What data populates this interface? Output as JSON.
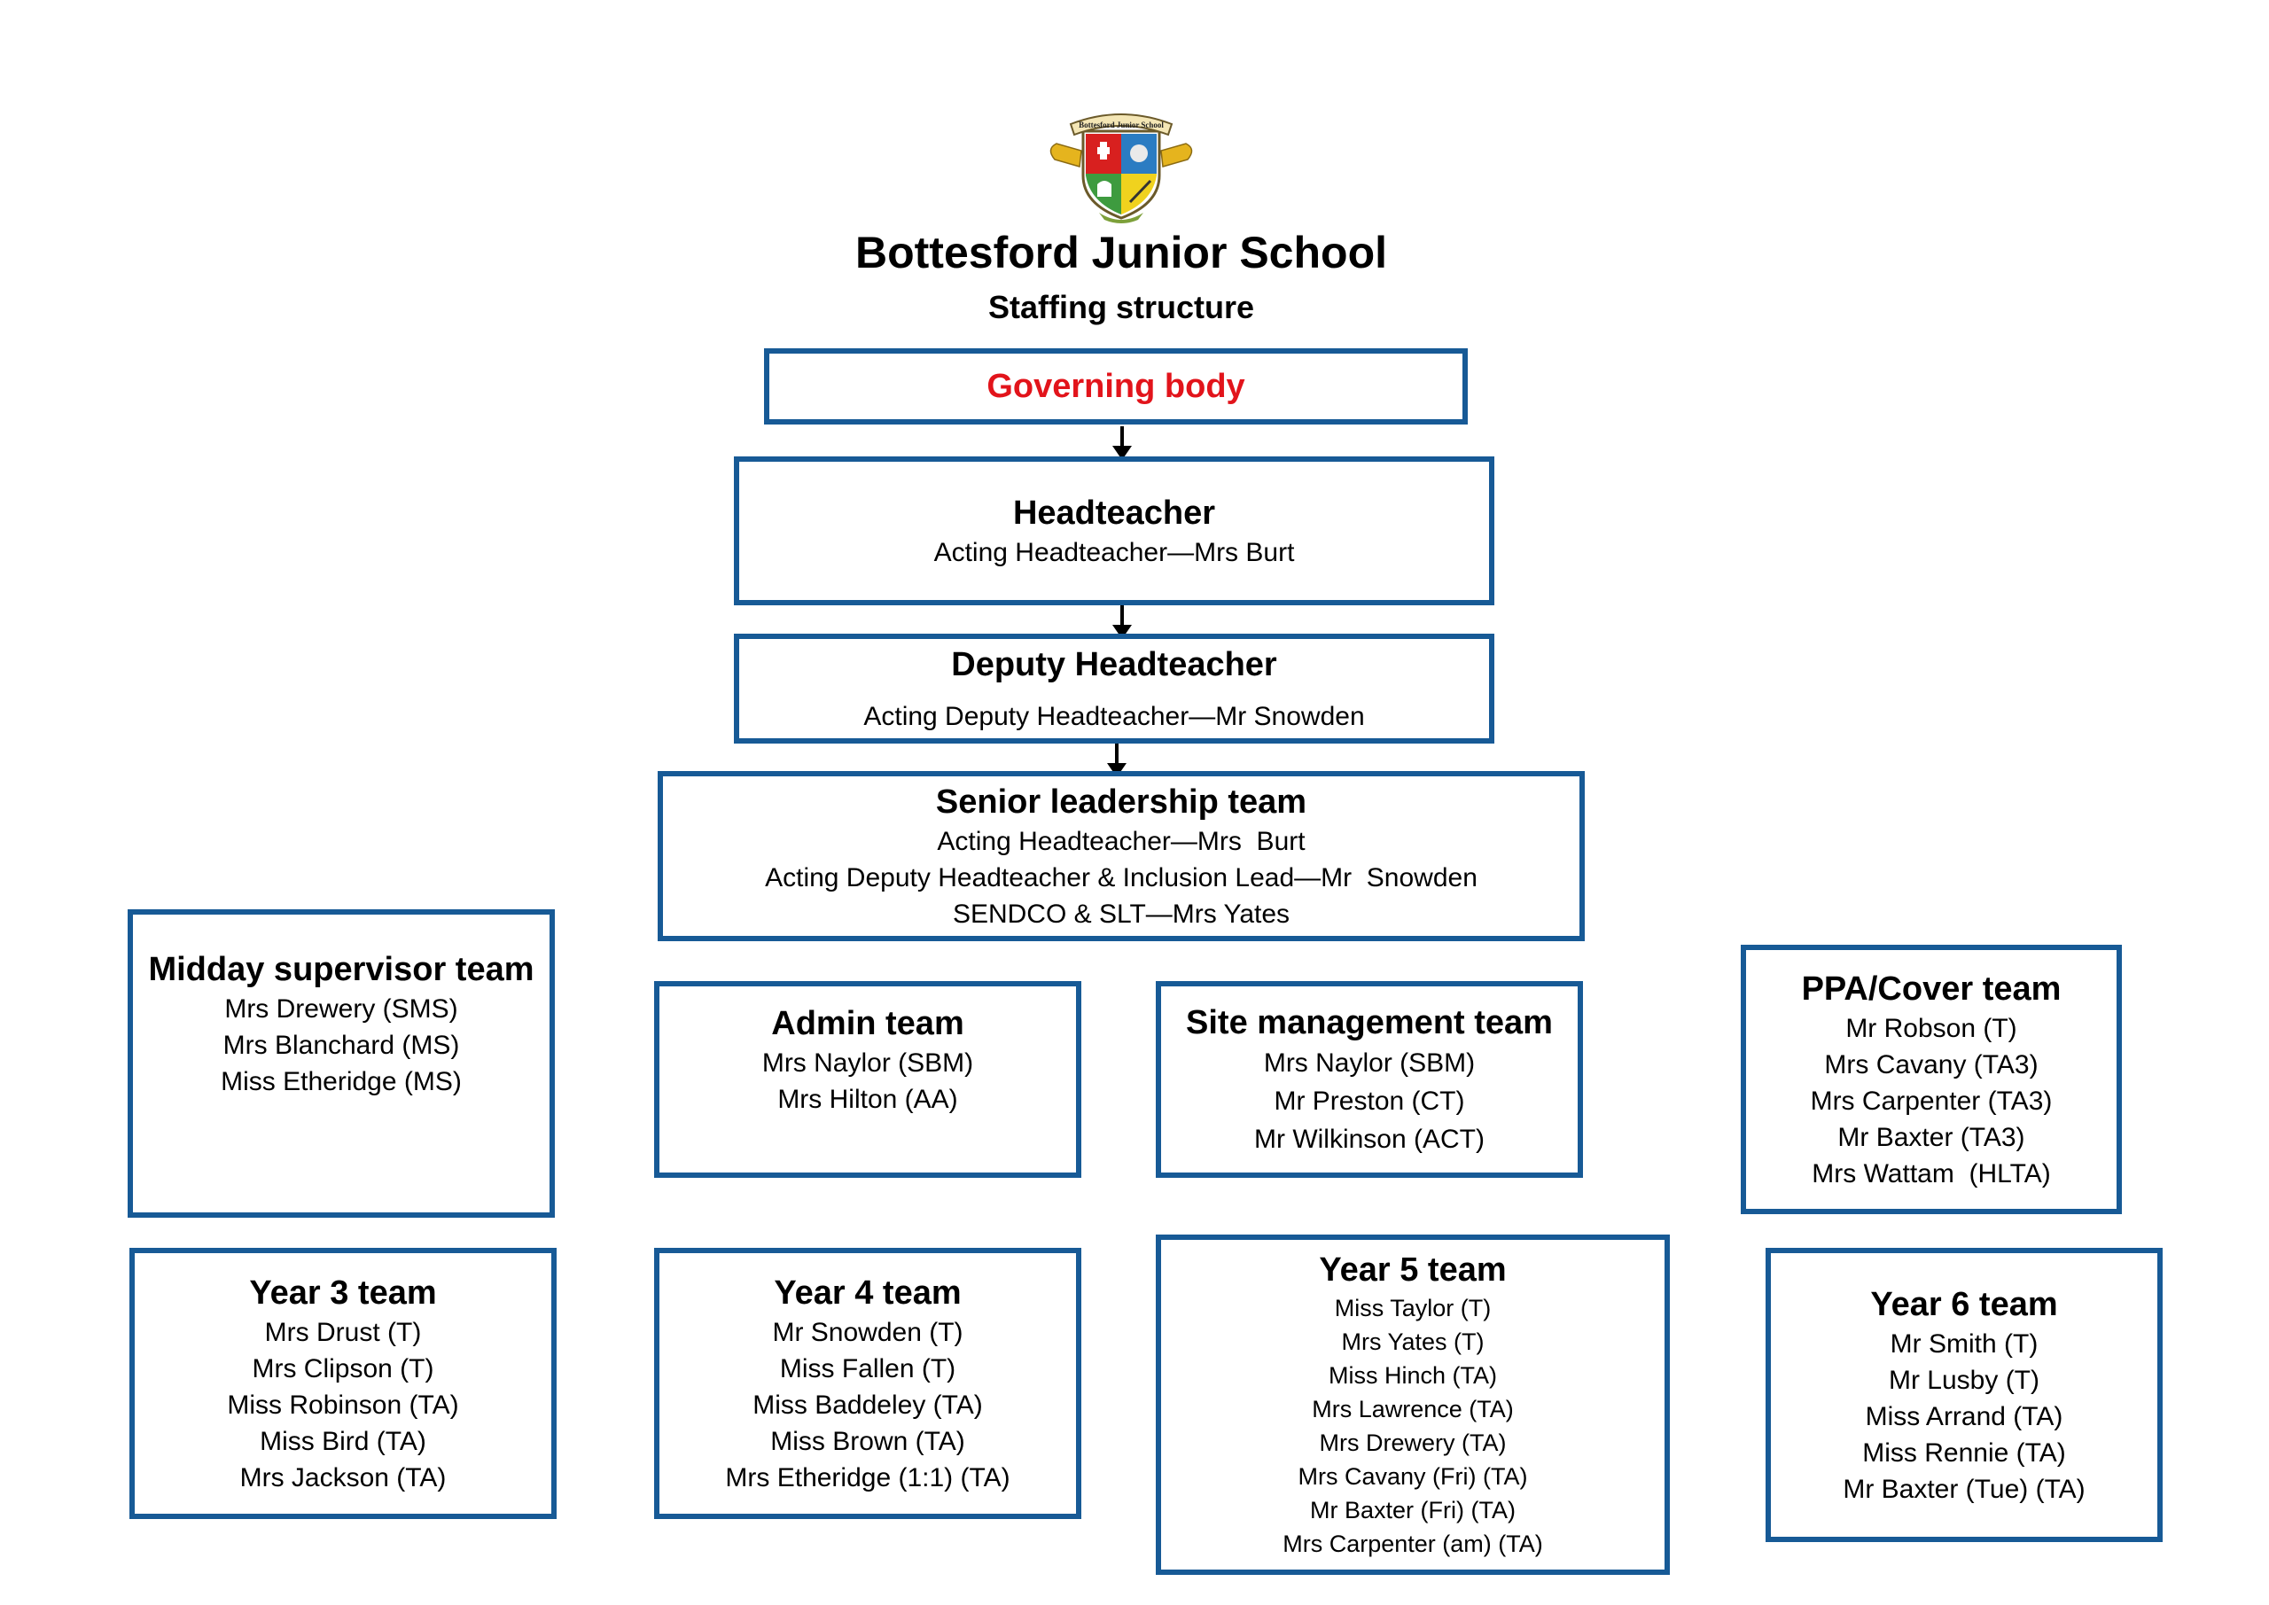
{
  "school": {
    "name": "Bottesford Junior School",
    "subtitle": "Staffing structure",
    "crest_text": "Bottesford Junior School"
  },
  "colors": {
    "border": "#175a96",
    "governing_body_text": "#e2141b",
    "crest_gold": "#e5b41e",
    "crest_red": "#d8201f",
    "crest_blue": "#2b7cc2",
    "crest_green": "#3e9b3f",
    "crest_yellow": "#f0d21e"
  },
  "governing_body": {
    "title": "Governing body"
  },
  "headteacher": {
    "title": "Headteacher",
    "members": [
      "Acting Headteacher—Mrs Burt"
    ]
  },
  "deputy": {
    "title": "Deputy Headteacher",
    "members": [
      "Acting Deputy Headteacher—Mr Snowden"
    ]
  },
  "slt": {
    "title": "Senior leadership team",
    "members": [
      "Acting Headteacher—Mrs  Burt",
      "Acting Deputy Headteacher & Inclusion Lead—Mr  Snowden",
      "SENDCO & SLT—Mrs Yates"
    ]
  },
  "teams": {
    "midday": {
      "title": "Midday supervisor team",
      "members": [
        "Mrs Drewery (SMS)",
        "Mrs Blanchard (MS)",
        "Miss Etheridge (MS)"
      ]
    },
    "admin": {
      "title": "Admin team",
      "members": [
        "Mrs Naylor (SBM)",
        "Mrs Hilton (AA)"
      ]
    },
    "site": {
      "title": "Site management team",
      "members": [
        "Mrs Naylor (SBM)",
        "Mr Preston (CT)",
        "Mr Wilkinson (ACT)"
      ]
    },
    "ppa": {
      "title": "PPA/Cover team",
      "members": [
        "Mr Robson (T)",
        "Mrs Cavany (TA3)",
        "Mrs Carpenter (TA3)",
        "Mr Baxter (TA3)",
        "Mrs Wattam  (HLTA)"
      ]
    },
    "year3": {
      "title": "Year 3 team",
      "members": [
        "Mrs Drust (T)",
        "Mrs Clipson (T)",
        "Miss Robinson (TA)",
        "Miss Bird (TA)",
        "Mrs Jackson (TA)"
      ]
    },
    "year4": {
      "title": "Year 4 team",
      "members": [
        "Mr Snowden (T)",
        "Miss Fallen (T)",
        "Miss Baddeley (TA)",
        "Miss Brown (TA)",
        "Mrs Etheridge (1:1) (TA)"
      ]
    },
    "year5": {
      "title": "Year 5 team",
      "members": [
        "Miss Taylor (T)",
        "Mrs Yates (T)",
        "Miss Hinch (TA)",
        "Mrs Lawrence (TA)",
        "Mrs Drewery (TA)",
        "Mrs Cavany (Fri) (TA)",
        "Mr Baxter (Fri) (TA)",
        "Mrs Carpenter (am) (TA)"
      ]
    },
    "year6": {
      "title": "Year 6 team",
      "members": [
        "Mr Smith (T)",
        "Mr Lusby (T)",
        "Miss Arrand (TA)",
        "Miss Rennie (TA)",
        "Mr Baxter (Tue) (TA)"
      ]
    }
  }
}
